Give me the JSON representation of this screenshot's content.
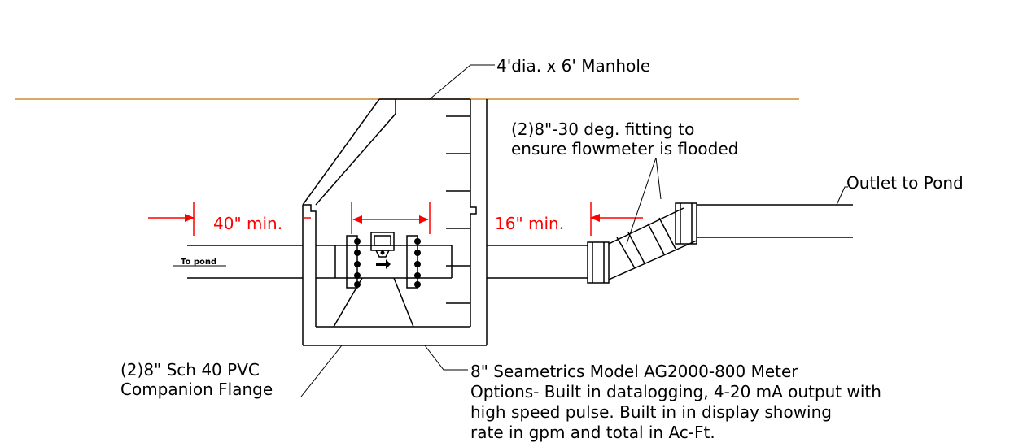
{
  "labels": {
    "manhole": "4'dia. x 6' Manhole",
    "fitting_line1": "(2)8\"-30 deg. fitting to",
    "fitting_line2": "ensure  flowmeter is flooded",
    "outlet": "Outlet to Pond",
    "inlet": "To pond",
    "flange_line1": "(2)8\" Sch 40 PVC",
    "flange_line2": "Companion Flange",
    "meter_line1": "8\" Seametrics Model AG2000-800 Meter",
    "meter_line2": "Options- Built in datalogging, 4-20 mA output with",
    "meter_line3": "high speed pulse. Built in in display showing",
    "meter_line4": "rate in gpm and  total in Ac-Ft."
  },
  "dimensions": {
    "upstream": "40\" min.",
    "downstream": "16\" min."
  },
  "colors": {
    "ground": "#d08a3a",
    "dimension": "#ff0000",
    "linework": "#000000"
  }
}
